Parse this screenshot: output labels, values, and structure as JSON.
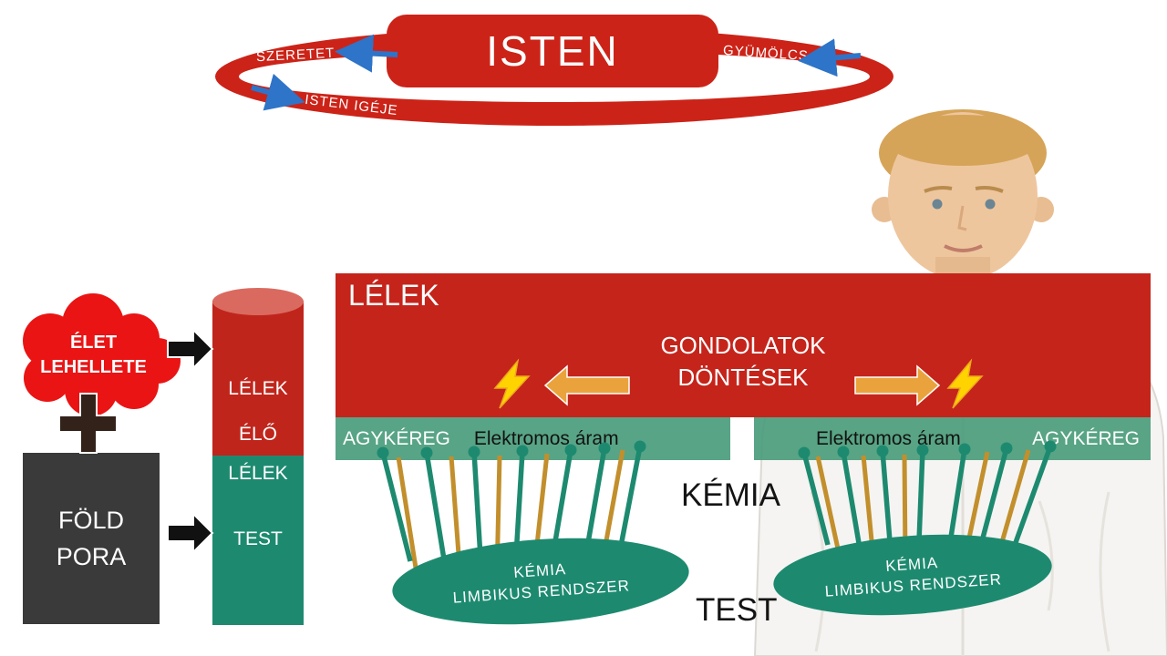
{
  "god_cycle": {
    "title": "ISTEN",
    "label_left": "SZERETET",
    "label_right": "GYÜMÖLCS",
    "label_bottom": "ISTEN IGÉJE"
  },
  "creation_flow": {
    "cloud_line1": "ÉLET",
    "cloud_line2": "LEHELLETE",
    "dust_line1": "FÖLD",
    "dust_line2": "PORA"
  },
  "pillar": {
    "soul": "LÉLEK",
    "living_line1": "ÉLŐ",
    "living_line2": "LÉLEK",
    "body": "TEST"
  },
  "soul_panel": {
    "title": "LÉLEK",
    "thoughts": "GONDOLATOK",
    "decisions": "DÖNTÉSEK"
  },
  "cortex_band_left": {
    "cortex": "AGYKÉREG",
    "current": "Elektromos áram"
  },
  "cortex_band_right": {
    "current": "Elektromos áram",
    "cortex": "AGYKÉREG"
  },
  "section_labels": {
    "chemistry": "KÉMIA",
    "body": "TEST"
  },
  "limbic_left": {
    "line1": "KÉMIA",
    "line2": "LIMBIKUS RENDSZER"
  },
  "limbic_right": {
    "line1": "KÉMIA",
    "line2": "LIMBIKUS RENDSZER"
  },
  "colors": {
    "red": "#c5241b",
    "cloud_red": "#ea1414",
    "green": "#1d8a70",
    "band_green": "#4d9c7c",
    "orange_arrow": "#eaa33c",
    "blue_arrow": "#2e74c8",
    "lightning_yellow": "#ffd300",
    "dust_box_gray": "#3a3a3a",
    "cross_brown": "#33221a"
  }
}
